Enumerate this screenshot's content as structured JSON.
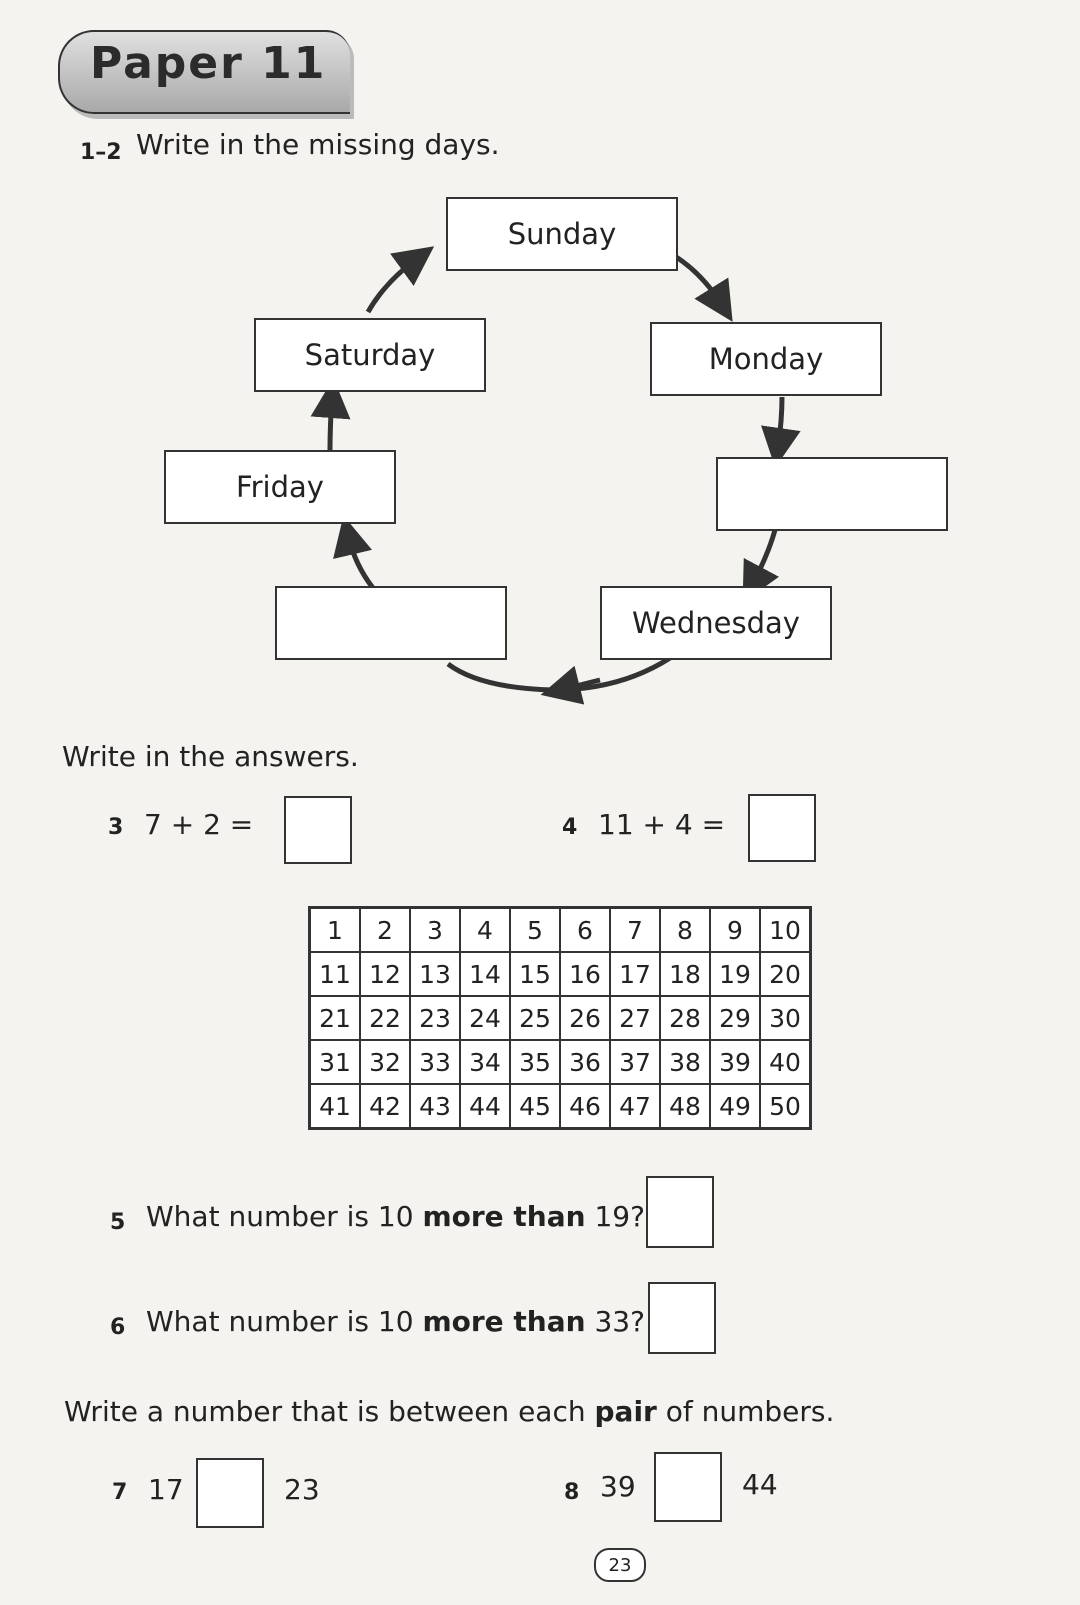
{
  "header": {
    "title": "Paper 11"
  },
  "q1_2": {
    "number": "1–2",
    "instruction": "Write in the missing days.",
    "days": {
      "sunday": "Sunday",
      "monday": "Monday",
      "tuesday": "",
      "wednesday": "Wednesday",
      "thursday": "",
      "friday": "Friday",
      "saturday": "Saturday"
    }
  },
  "section_answers": {
    "instruction": "Write in the answers."
  },
  "q3": {
    "number": "3",
    "expression": "7 + 2 ="
  },
  "q4": {
    "number": "4",
    "expression": "11 + 4 ="
  },
  "hundred_grid": [
    [
      "1",
      "2",
      "3",
      "4",
      "5",
      "6",
      "7",
      "8",
      "9",
      "10"
    ],
    [
      "11",
      "12",
      "13",
      "14",
      "15",
      "16",
      "17",
      "18",
      "19",
      "20"
    ],
    [
      "21",
      "22",
      "23",
      "24",
      "25",
      "26",
      "27",
      "28",
      "29",
      "30"
    ],
    [
      "31",
      "32",
      "33",
      "34",
      "35",
      "36",
      "37",
      "38",
      "39",
      "40"
    ],
    [
      "41",
      "42",
      "43",
      "44",
      "45",
      "46",
      "47",
      "48",
      "49",
      "50"
    ]
  ],
  "q5": {
    "number": "5",
    "text_a": "What number is 10 ",
    "bold": "more than",
    "text_b": " 19?"
  },
  "q6": {
    "number": "6",
    "text_a": "What number is 10 ",
    "bold": "more than",
    "text_b": " 33?"
  },
  "section_between": {
    "text_a": "Write a number that is between each ",
    "bold": "pair",
    "text_b": " of numbers."
  },
  "q7": {
    "number": "7",
    "left": "17",
    "right": "23"
  },
  "q8": {
    "number": "8",
    "left": "39",
    "right": "44"
  },
  "footer": {
    "page_number": "23"
  }
}
